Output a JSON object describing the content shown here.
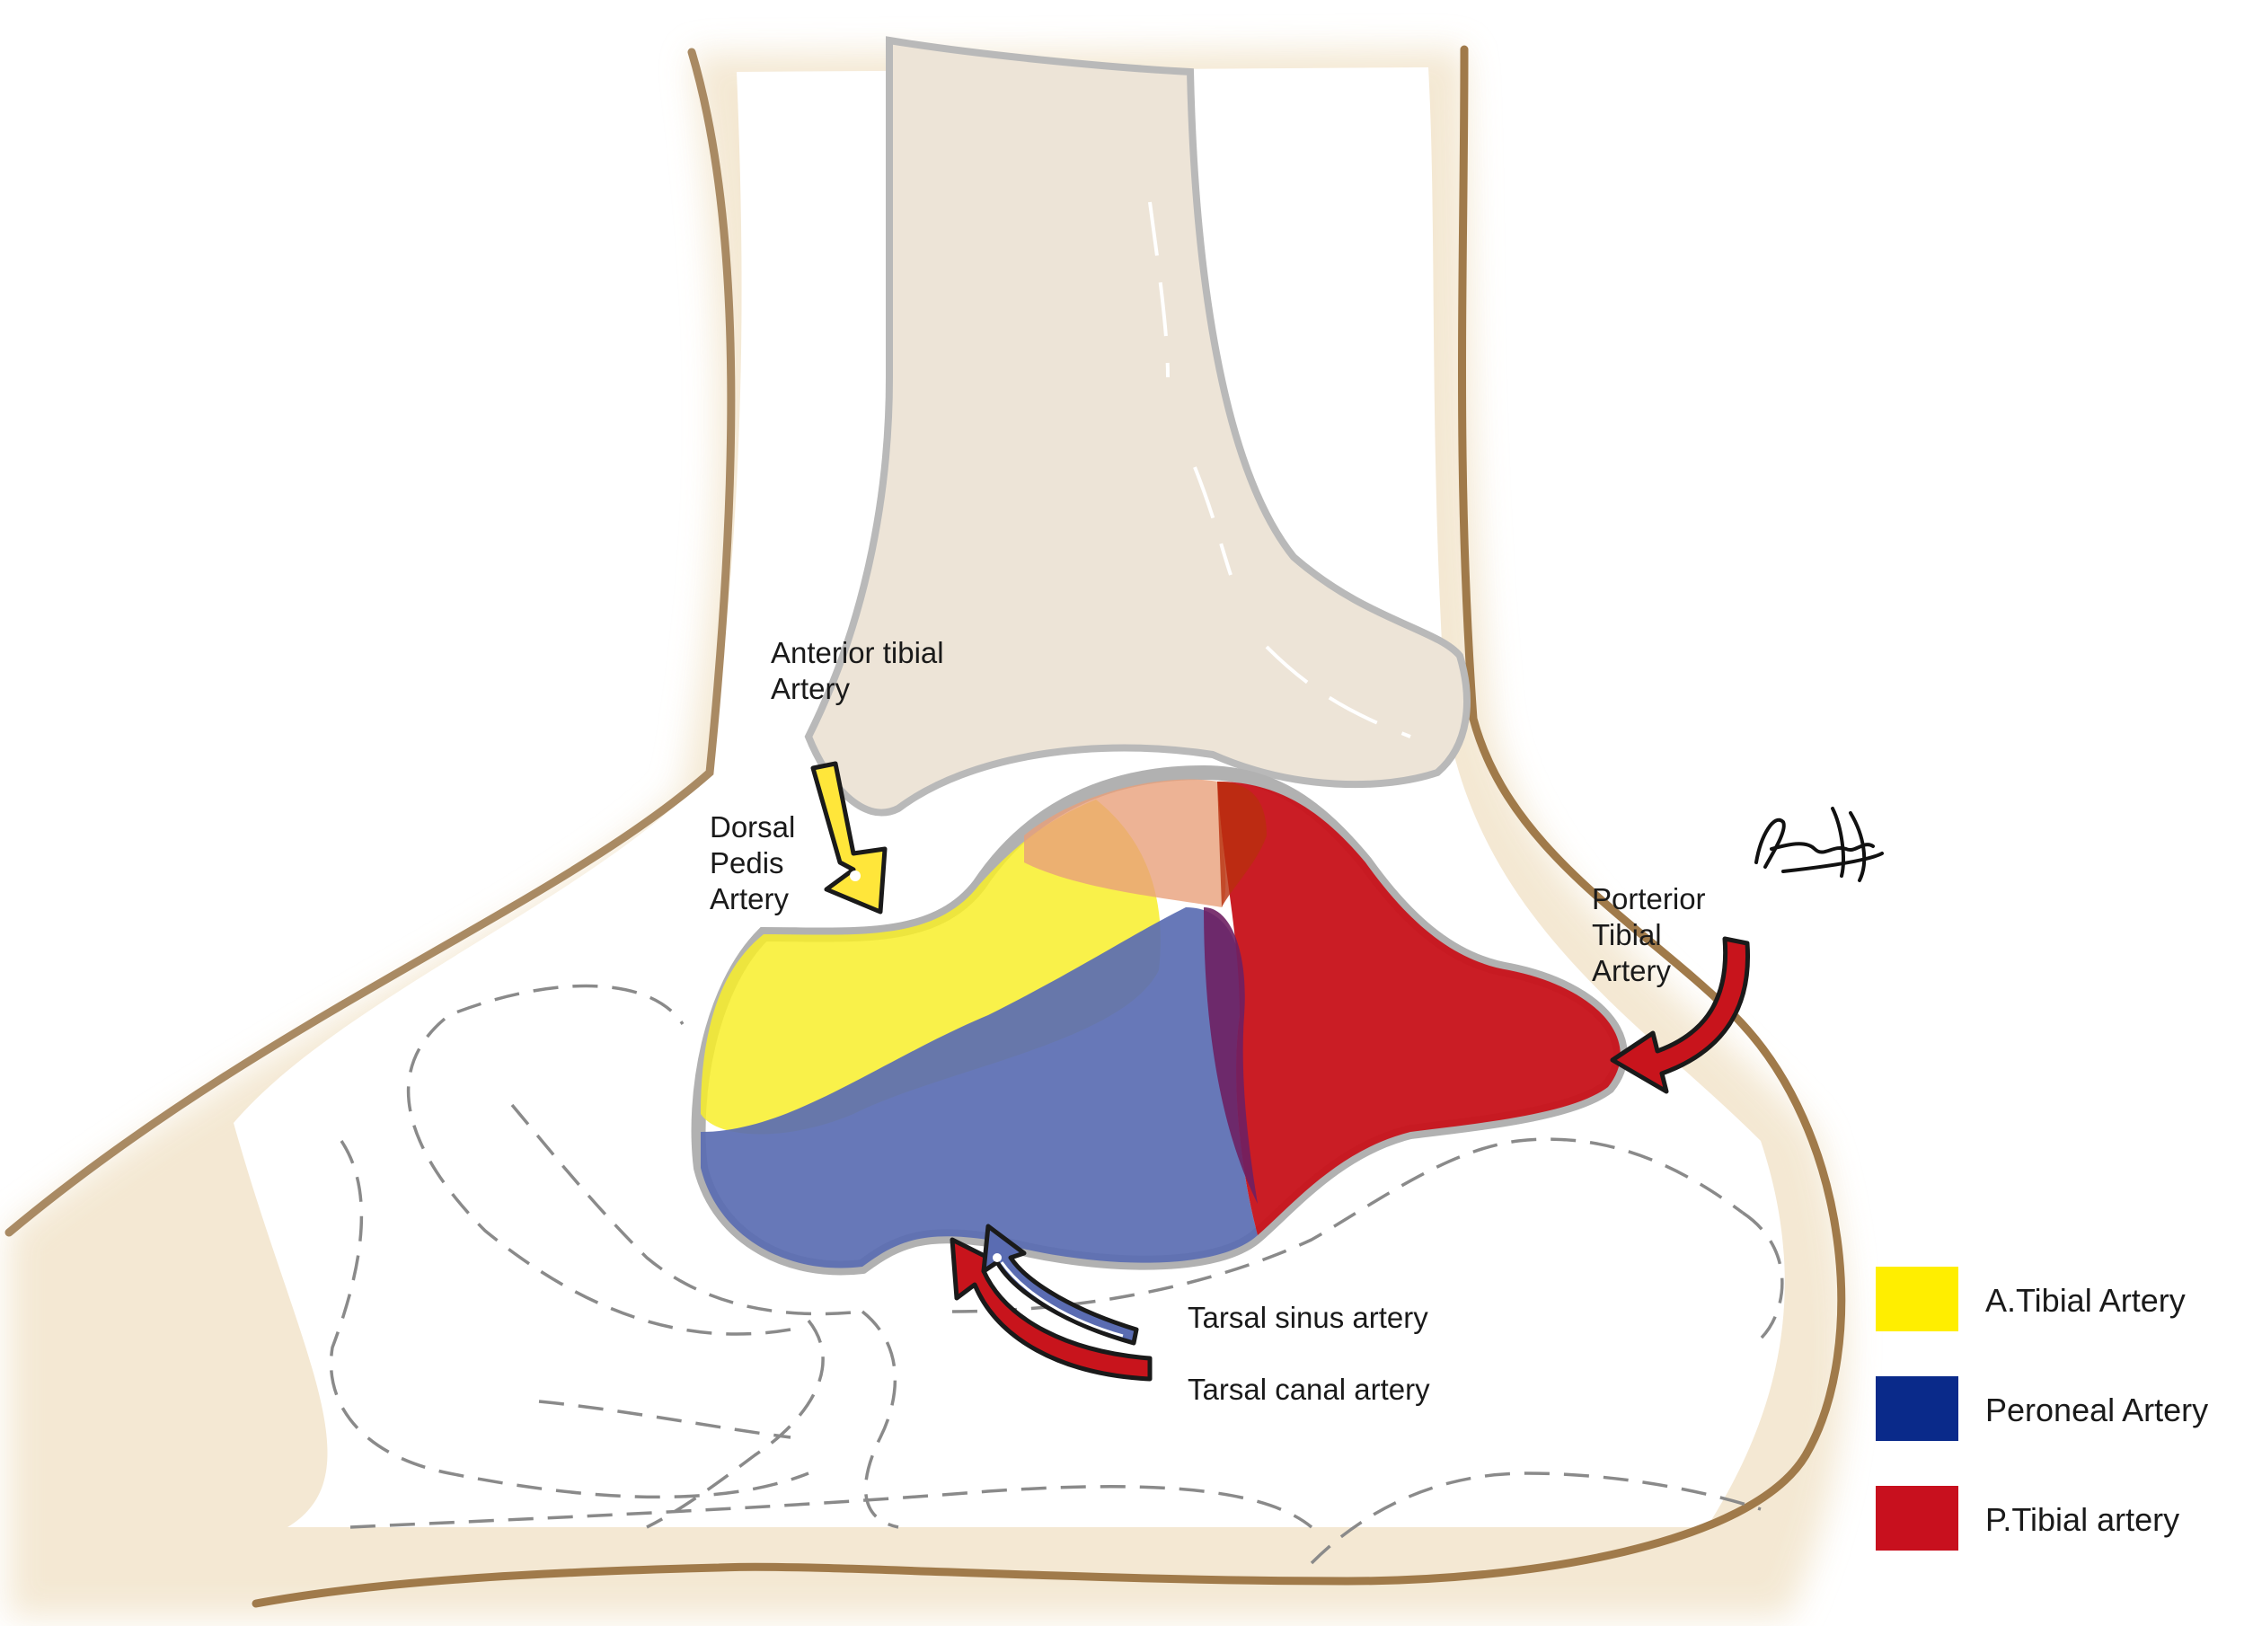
{
  "labels": {
    "anterior_tibial": [
      "Anterior tibial",
      "Artery"
    ],
    "dorsal_pedis": [
      "Dorsal",
      "Pedis",
      "Artery"
    ],
    "posterior_tibial": [
      "Porterior",
      "Tibial",
      "Artery"
    ],
    "tarsal_sinus": "Tarsal sinus artery",
    "tarsal_canal": "Tarsal canal artery"
  },
  "legend": [
    {
      "label": "A.Tibial Artery",
      "color": "#ffee00"
    },
    {
      "label": "Peroneal Artery",
      "color": "#0a2a8a"
    },
    {
      "label": "P.Tibial artery",
      "color": "#c8101e"
    }
  ],
  "signature": "Alvarez"
}
